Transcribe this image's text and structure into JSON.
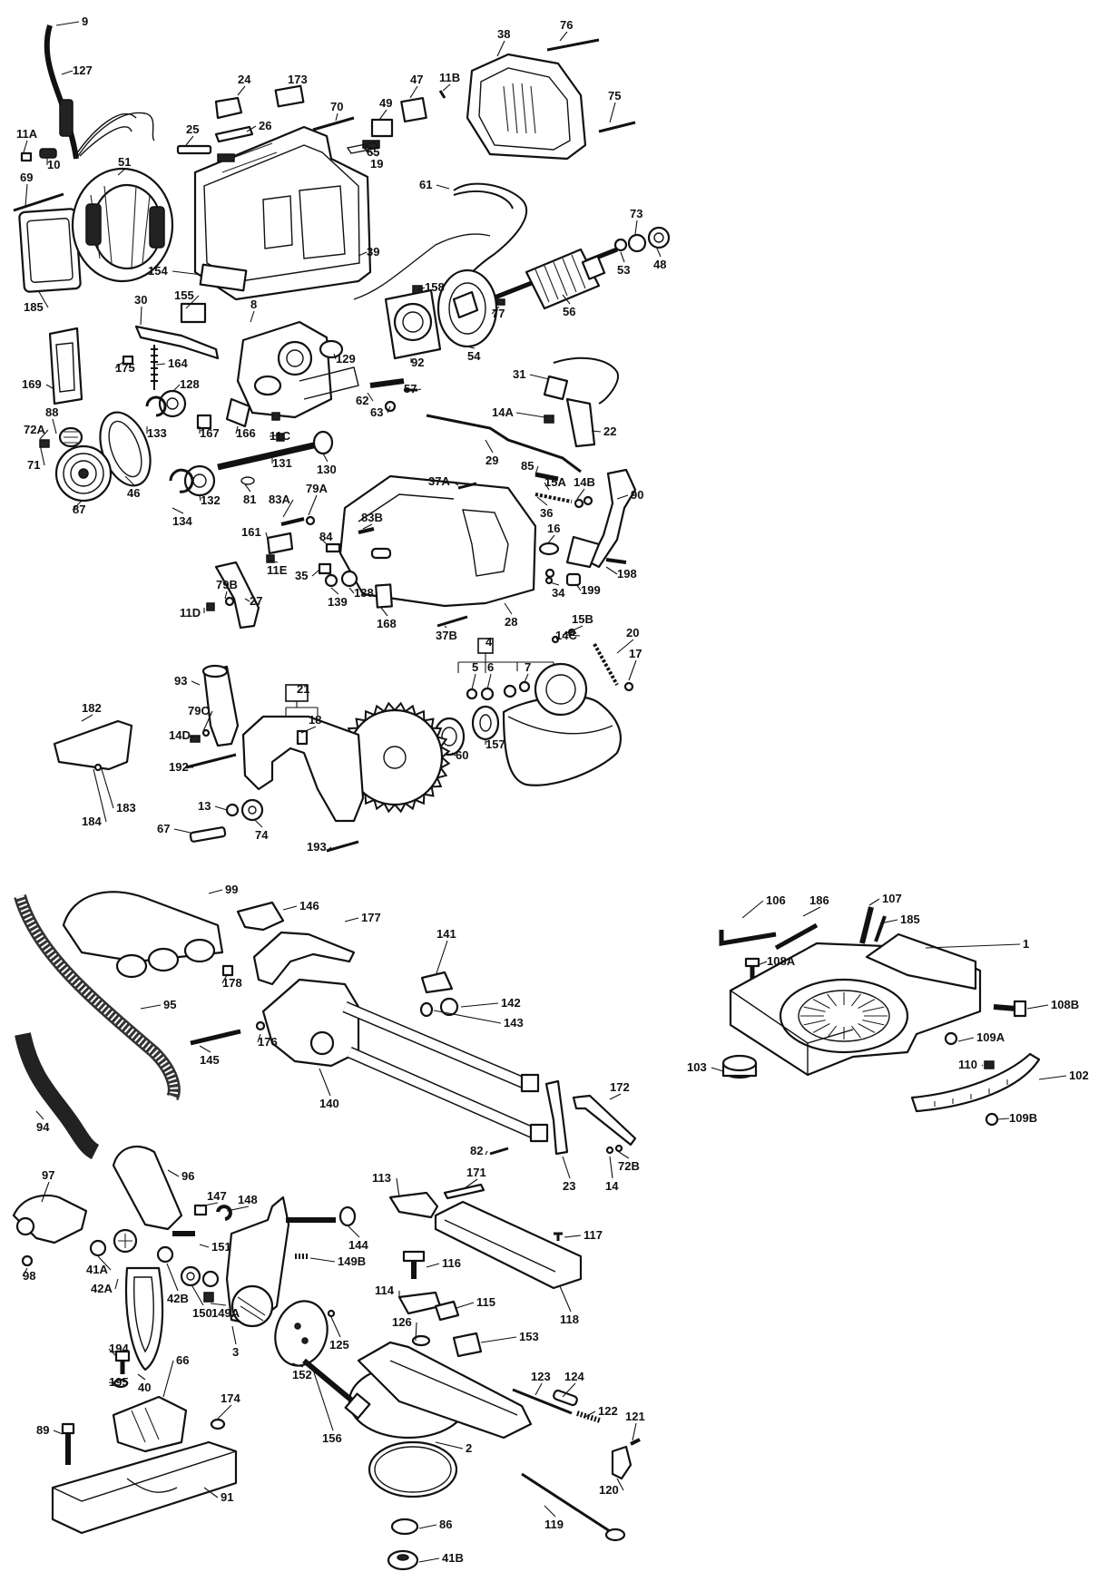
{
  "labels": [
    {
      "text": "9"
    },
    {
      "text": "127"
    },
    {
      "text": "24"
    },
    {
      "text": "173"
    },
    {
      "text": "47"
    },
    {
      "text": "11B"
    },
    {
      "text": "76"
    },
    {
      "text": "38"
    },
    {
      "text": "75"
    },
    {
      "text": "70"
    },
    {
      "text": "49"
    },
    {
      "text": "25"
    },
    {
      "text": "26"
    },
    {
      "text": "65"
    },
    {
      "text": "19"
    },
    {
      "text": "11A"
    },
    {
      "text": "10"
    },
    {
      "text": "51"
    },
    {
      "text": "69"
    },
    {
      "text": "61"
    },
    {
      "text": "39"
    },
    {
      "text": "73"
    },
    {
      "text": "53"
    },
    {
      "text": "48"
    },
    {
      "text": "154"
    },
    {
      "text": "185"
    },
    {
      "text": "30"
    },
    {
      "text": "155"
    },
    {
      "text": "8"
    },
    {
      "text": "158"
    },
    {
      "text": "77"
    },
    {
      "text": "56"
    },
    {
      "text": "54"
    },
    {
      "text": "92"
    },
    {
      "text": "129"
    },
    {
      "text": "169"
    },
    {
      "text": "175"
    },
    {
      "text": "164"
    },
    {
      "text": "128"
    },
    {
      "text": "57"
    },
    {
      "text": "62"
    },
    {
      "text": "63"
    },
    {
      "text": "31"
    },
    {
      "text": "14A"
    },
    {
      "text": "22"
    },
    {
      "text": "88"
    },
    {
      "text": "72A"
    },
    {
      "text": "71"
    },
    {
      "text": "133"
    },
    {
      "text": "167"
    },
    {
      "text": "166"
    },
    {
      "text": "11C"
    },
    {
      "text": "130"
    },
    {
      "text": "29"
    },
    {
      "text": "87"
    },
    {
      "text": "46"
    },
    {
      "text": "134"
    },
    {
      "text": "132"
    },
    {
      "text": "81"
    },
    {
      "text": "131"
    },
    {
      "text": "85"
    },
    {
      "text": "37A"
    },
    {
      "text": "15A"
    },
    {
      "text": "14B"
    },
    {
      "text": "90"
    },
    {
      "text": "83A"
    },
    {
      "text": "79A"
    },
    {
      "text": "83B"
    },
    {
      "text": "36"
    },
    {
      "text": "16"
    },
    {
      "text": "161"
    },
    {
      "text": "84"
    },
    {
      "text": "11E"
    },
    {
      "text": "35"
    },
    {
      "text": "139"
    },
    {
      "text": "138"
    },
    {
      "text": "34"
    },
    {
      "text": "199"
    },
    {
      "text": "198"
    },
    {
      "text": "79B"
    },
    {
      "text": "27"
    },
    {
      "text": "11D"
    },
    {
      "text": "168"
    },
    {
      "text": "37B"
    },
    {
      "text": "28"
    },
    {
      "text": "4"
    },
    {
      "text": "15B"
    },
    {
      "text": "14C"
    },
    {
      "text": "20"
    },
    {
      "text": "17"
    },
    {
      "text": "5"
    },
    {
      "text": "6"
    },
    {
      "text": "7"
    },
    {
      "text": "93"
    },
    {
      "text": "21"
    },
    {
      "text": "18"
    },
    {
      "text": "79C"
    },
    {
      "text": "14D"
    },
    {
      "text": "182"
    },
    {
      "text": "192"
    },
    {
      "text": "60"
    },
    {
      "text": "157"
    },
    {
      "text": "13"
    },
    {
      "text": "184"
    },
    {
      "text": "183"
    },
    {
      "text": "67"
    },
    {
      "text": "74"
    },
    {
      "text": "193"
    },
    {
      "text": "99"
    },
    {
      "text": "146"
    },
    {
      "text": "177"
    },
    {
      "text": "106"
    },
    {
      "text": "186"
    },
    {
      "text": "107"
    },
    {
      "text": "185"
    },
    {
      "text": "1"
    },
    {
      "text": "108A"
    },
    {
      "text": "141"
    },
    {
      "text": "178"
    },
    {
      "text": "142"
    },
    {
      "text": "143"
    },
    {
      "text": "108B"
    },
    {
      "text": "95"
    },
    {
      "text": "109A"
    },
    {
      "text": "145"
    },
    {
      "text": "176"
    },
    {
      "text": "103"
    },
    {
      "text": "110"
    },
    {
      "text": "102"
    },
    {
      "text": "140"
    },
    {
      "text": "109B"
    },
    {
      "text": "94"
    },
    {
      "text": "172"
    },
    {
      "text": "82"
    },
    {
      "text": "23"
    },
    {
      "text": "14"
    },
    {
      "text": "72B"
    },
    {
      "text": "96"
    },
    {
      "text": "97"
    },
    {
      "text": "147"
    },
    {
      "text": "148"
    },
    {
      "text": "113"
    },
    {
      "text": "171"
    },
    {
      "text": "117"
    },
    {
      "text": "41A"
    },
    {
      "text": "42A"
    },
    {
      "text": "98"
    },
    {
      "text": "151"
    },
    {
      "text": "144"
    },
    {
      "text": "149B"
    },
    {
      "text": "116"
    },
    {
      "text": "42B"
    },
    {
      "text": "150"
    },
    {
      "text": "149A"
    },
    {
      "text": "40"
    },
    {
      "text": "3"
    },
    {
      "text": "114"
    },
    {
      "text": "115"
    },
    {
      "text": "118"
    },
    {
      "text": "126"
    },
    {
      "text": "153"
    },
    {
      "text": "125"
    },
    {
      "text": "152"
    },
    {
      "text": "194"
    },
    {
      "text": "66"
    },
    {
      "text": "195"
    },
    {
      "text": "123"
    },
    {
      "text": "124"
    },
    {
      "text": "174"
    },
    {
      "text": "121"
    },
    {
      "text": "122"
    },
    {
      "text": "89"
    },
    {
      "text": "156"
    },
    {
      "text": "2"
    },
    {
      "text": "120"
    },
    {
      "text": "91"
    },
    {
      "text": "86"
    },
    {
      "text": "119"
    },
    {
      "text": "41B"
    }
  ]
}
